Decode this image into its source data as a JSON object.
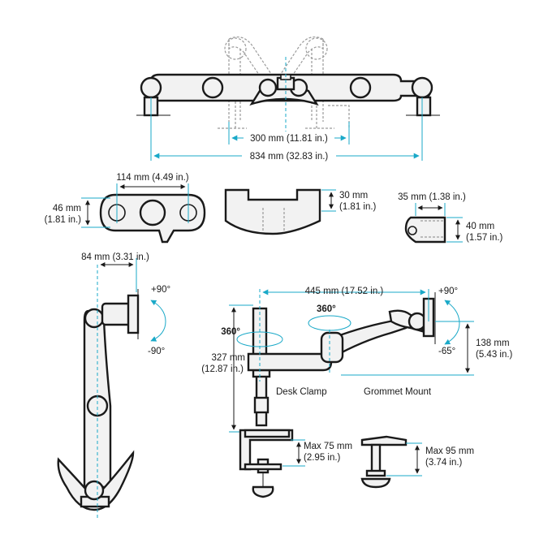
{
  "accent_color": "#1aa9c8",
  "line_color": "#1a1a1a",
  "labels": {
    "width_300": "300 mm (11.81 in.)",
    "width_834": "834 mm (32.83 in.)",
    "width_114": "114 mm (4.49 in.)",
    "height_46_mm": "46 mm",
    "height_46_in": "(1.81 in.)",
    "height_30_mm": "30 mm",
    "height_30_in": "(1.81 in.)",
    "width_35": "35 mm (1.38 in.)",
    "height_40_mm": "40 mm",
    "height_40_in": "(1.57 in.)",
    "depth_84": "84 mm (3.31 in.)",
    "tilt_plus": "+90°",
    "tilt_minus": "-90°",
    "reach_445": "445 mm (17.52 in.)",
    "swivel_plus": "+90°",
    "swivel_minus": "-65°",
    "rotate_360_a": "360°",
    "rotate_360_b": "360°",
    "height_138_mm": "138 mm",
    "height_138_in": "(5.43 in.)",
    "height_327_mm": "327 mm",
    "height_327_in": "(12.87 in.)",
    "desk_clamp": "Desk Clamp",
    "grommet_mount": "Grommet Mount",
    "max75_mm": "Max 75 mm",
    "max75_in": "(2.95 in.)",
    "max95_mm": "Max 95 mm",
    "max95_in": "(3.74 in.)"
  }
}
